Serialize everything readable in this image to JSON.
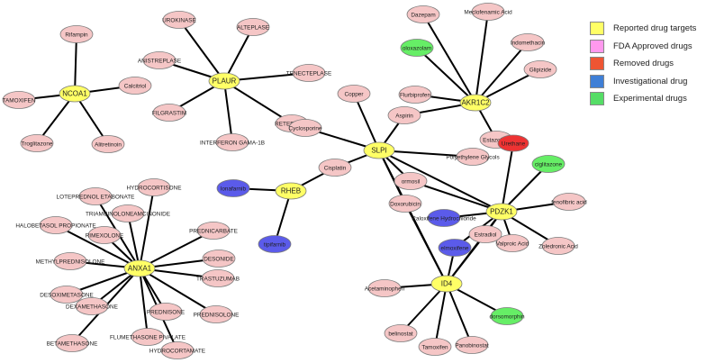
{
  "colors": {
    "target": "#ffff66",
    "approved": "#f5c6c6",
    "removed": "#ee3333",
    "investigational": "#5b5bea",
    "experimental": "#66ee66",
    "edge": "#000000",
    "node_stroke": "#7a7a7a"
  },
  "legend": [
    {
      "label": "Reported drug targets",
      "color": "#ffff66"
    },
    {
      "label": "FDA Approved drugs",
      "color": "#ff99ee"
    },
    {
      "label": "Removed drugs",
      "color": "#ee5533"
    },
    {
      "label": "Investigational drug",
      "color": "#3f7fd6"
    },
    {
      "label": "Experimental drugs",
      "color": "#55dd66"
    }
  ],
  "nodes": [
    {
      "id": "NCOA1",
      "label": "NCOA1",
      "type": "target"
    },
    {
      "id": "rifampin",
      "label": "Rifampin",
      "type": "approved"
    },
    {
      "id": "tamoxifen1",
      "label": "TAMOXIFEN",
      "type": "approved"
    },
    {
      "id": "calcitriol",
      "label": "Calcitriol",
      "type": "approved"
    },
    {
      "id": "troglitazone",
      "label": "Troglitazone",
      "type": "approved"
    },
    {
      "id": "alitretinoin",
      "label": "Alitretinoin",
      "type": "approved"
    },
    {
      "id": "PLAUR",
      "label": "PLAUR",
      "type": "target"
    },
    {
      "id": "urokinase",
      "label": "UROKINASE",
      "type": "approved"
    },
    {
      "id": "alteplase",
      "label": "ALTEPLASE",
      "type": "approved"
    },
    {
      "id": "anistreplase",
      "label": "ANISTREPLASE",
      "type": "approved"
    },
    {
      "id": "tenecteplase",
      "label": "TENECTEPLASE",
      "type": "approved"
    },
    {
      "id": "filgrastim",
      "label": "FILGRASTIM",
      "type": "approved"
    },
    {
      "id": "reteplase",
      "label": "RETEPLASE",
      "type": "approved"
    },
    {
      "id": "interferon",
      "label": "INTERFERON GAMA-1B",
      "type": "approved"
    },
    {
      "id": "AKR1C2",
      "label": "AKR1C2",
      "type": "target"
    },
    {
      "id": "dazepam",
      "label": "Dazepam",
      "type": "approved"
    },
    {
      "id": "meclofenamic",
      "label": "Meclofenamic Acid",
      "type": "approved"
    },
    {
      "id": "oloxazolam",
      "label": "oloxazolam",
      "type": "experimental"
    },
    {
      "id": "indomethacin",
      "label": "Indomethacin",
      "type": "approved"
    },
    {
      "id": "glipizide",
      "label": "Glipizide",
      "type": "approved"
    },
    {
      "id": "flurbiprofen",
      "label": "Flurbiprofen",
      "type": "approved"
    },
    {
      "id": "estazolam",
      "label": "Estazolam",
      "type": "approved"
    },
    {
      "id": "aspirin",
      "label": "Aspirin",
      "type": "approved"
    },
    {
      "id": "SLPI",
      "label": "SLPI",
      "type": "target"
    },
    {
      "id": "copper",
      "label": "Copper",
      "type": "approved"
    },
    {
      "id": "cyclosporine",
      "label": "Cyclosporine",
      "type": "approved"
    },
    {
      "id": "cisplatin",
      "label": "Cisplatin",
      "type": "approved"
    },
    {
      "id": "polyethylene",
      "label": "Polyethylene Glycols",
      "type": "approved"
    },
    {
      "id": "ormosil",
      "label": "ormosil",
      "type": "approved"
    },
    {
      "id": "doxorubicin",
      "label": "Doxorubicin",
      "type": "approved"
    },
    {
      "id": "RHEB",
      "label": "RHEB",
      "type": "target"
    },
    {
      "id": "lonafarnib",
      "label": "lonafarnib",
      "type": "investigational"
    },
    {
      "id": "tipifarnib",
      "label": "tipifarnib",
      "type": "investigational"
    },
    {
      "id": "PDZK1",
      "label": "PDZK1",
      "type": "target"
    },
    {
      "id": "urethane",
      "label": "Urethane",
      "type": "removed"
    },
    {
      "id": "ciglitazone",
      "label": "ciglitazone",
      "type": "experimental"
    },
    {
      "id": "fenofibric",
      "label": "fenofibric acid",
      "type": "approved"
    },
    {
      "id": "zoledronic",
      "label": "Zoledronic Acid",
      "type": "approved"
    },
    {
      "id": "valproic",
      "label": "Valproic Acid",
      "type": "approved"
    },
    {
      "id": "estradiol",
      "label": "Estradiol",
      "type": "approved"
    },
    {
      "id": "raloxifene",
      "label": "Raloxifene Hydrochloride",
      "type": "investigational"
    },
    {
      "id": "elmoxifene",
      "label": "elmoxifene",
      "type": "investigational"
    },
    {
      "id": "ID4",
      "label": "ID4",
      "type": "target"
    },
    {
      "id": "acetaminophen",
      "label": "Acetaminophen",
      "type": "approved"
    },
    {
      "id": "dorsomorphin",
      "label": "dorsomorphin",
      "type": "experimental"
    },
    {
      "id": "belinostat",
      "label": "belinostat",
      "type": "approved"
    },
    {
      "id": "tamoxifen2",
      "label": "Tamoxifen",
      "type": "approved"
    },
    {
      "id": "panobinostat",
      "label": "Panobinostat",
      "type": "approved"
    },
    {
      "id": "ANXA1",
      "label": "ANXA1",
      "type": "target"
    },
    {
      "id": "loteprednol",
      "label": "LOTEPREDNOL ETABONATE",
      "type": "approved"
    },
    {
      "id": "hydrocortisone",
      "label": "HYDROCORTISONE",
      "type": "approved"
    },
    {
      "id": "halobetasol",
      "label": "HALOBETASOL PROPIONATE",
      "type": "approved"
    },
    {
      "id": "triamcinolone",
      "label": "TRIAMCINOLONEAMCINONIDE",
      "type": "approved"
    },
    {
      "id": "rimexolone",
      "label": "RIMEXOLONE",
      "type": "approved"
    },
    {
      "id": "prednicarbate",
      "label": "PREDNICARBATE",
      "type": "approved"
    },
    {
      "id": "methylpred",
      "label": "METHYLPREDNISOLONE",
      "type": "approved"
    },
    {
      "id": "desonide",
      "label": "DESONIDE",
      "type": "approved"
    },
    {
      "id": "desoximetasone",
      "label": "DESOXIMETASONE",
      "type": "approved"
    },
    {
      "id": "trastuzumab",
      "label": "TRASTUZUMAB",
      "type": "approved"
    },
    {
      "id": "dexamethasone",
      "label": "DEXAMETHASONE",
      "type": "approved"
    },
    {
      "id": "prednisone",
      "label": "PREDNISONE",
      "type": "approved"
    },
    {
      "id": "prednisolone",
      "label": "PREDNISOLONE",
      "type": "approved"
    },
    {
      "id": "flumethasone",
      "label": "FLUMETHASONE PIVALATE",
      "type": "approved"
    },
    {
      "id": "betamethasone",
      "label": "BETAMETHASONE",
      "type": "approved"
    },
    {
      "id": "hydrocortamate",
      "label": "HYDROCORTAMATE",
      "type": "approved"
    }
  ],
  "edges": [
    [
      "NCOA1",
      "rifampin"
    ],
    [
      "NCOA1",
      "tamoxifen1"
    ],
    [
      "NCOA1",
      "calcitriol"
    ],
    [
      "NCOA1",
      "troglitazone"
    ],
    [
      "NCOA1",
      "alitretinoin"
    ],
    [
      "PLAUR",
      "urokinase"
    ],
    [
      "PLAUR",
      "alteplase"
    ],
    [
      "PLAUR",
      "anistreplase"
    ],
    [
      "PLAUR",
      "tenecteplase"
    ],
    [
      "PLAUR",
      "filgrastim"
    ],
    [
      "PLAUR",
      "reteplase"
    ],
    [
      "PLAUR",
      "interferon"
    ],
    [
      "AKR1C2",
      "dazepam"
    ],
    [
      "AKR1C2",
      "meclofenamic"
    ],
    [
      "AKR1C2",
      "oloxazolam"
    ],
    [
      "AKR1C2",
      "indomethacin"
    ],
    [
      "AKR1C2",
      "glipizide"
    ],
    [
      "AKR1C2",
      "flurbiprofen"
    ],
    [
      "AKR1C2",
      "estazolam"
    ],
    [
      "AKR1C2",
      "aspirin"
    ],
    [
      "SLPI",
      "aspirin"
    ],
    [
      "SLPI",
      "copper"
    ],
    [
      "SLPI",
      "cyclosporine"
    ],
    [
      "SLPI",
      "cisplatin"
    ],
    [
      "SLPI",
      "polyethylene"
    ],
    [
      "SLPI",
      "ormosil"
    ],
    [
      "SLPI",
      "doxorubicin"
    ],
    [
      "SLPI",
      "PDZK1"
    ],
    [
      "SLPI",
      "ID4"
    ],
    [
      "RHEB",
      "cisplatin"
    ],
    [
      "RHEB",
      "lonafarnib"
    ],
    [
      "RHEB",
      "tipifarnib"
    ],
    [
      "PDZK1",
      "urethane"
    ],
    [
      "PDZK1",
      "ciglitazone"
    ],
    [
      "PDZK1",
      "fenofibric"
    ],
    [
      "PDZK1",
      "zoledronic"
    ],
    [
      "PDZK1",
      "valproic"
    ],
    [
      "PDZK1",
      "estradiol"
    ],
    [
      "PDZK1",
      "raloxifene"
    ],
    [
      "PDZK1",
      "elmoxifene"
    ],
    [
      "PDZK1",
      "ormosil"
    ],
    [
      "PDZK1",
      "ID4"
    ],
    [
      "ID4",
      "acetaminophen"
    ],
    [
      "ID4",
      "dorsomorphin"
    ],
    [
      "ID4",
      "belinostat"
    ],
    [
      "ID4",
      "tamoxifen2"
    ],
    [
      "ID4",
      "panobinostat"
    ],
    [
      "ID4",
      "doxorubicin"
    ],
    [
      "ID4",
      "elmoxifene"
    ],
    [
      "ID4",
      "estradiol"
    ],
    [
      "ANXA1",
      "loteprednol"
    ],
    [
      "ANXA1",
      "hydrocortisone"
    ],
    [
      "ANXA1",
      "halobetasol"
    ],
    [
      "ANXA1",
      "triamcinolone"
    ],
    [
      "ANXA1",
      "rimexolone"
    ],
    [
      "ANXA1",
      "prednicarbate"
    ],
    [
      "ANXA1",
      "methylpred"
    ],
    [
      "ANXA1",
      "desonide"
    ],
    [
      "ANXA1",
      "desoximetasone"
    ],
    [
      "ANXA1",
      "trastuzumab"
    ],
    [
      "ANXA1",
      "dexamethasone"
    ],
    [
      "ANXA1",
      "prednisone"
    ],
    [
      "ANXA1",
      "prednisolone"
    ],
    [
      "ANXA1",
      "flumethasone"
    ],
    [
      "ANXA1",
      "betamethasone"
    ],
    [
      "ANXA1",
      "hydrocortamate"
    ]
  ]
}
